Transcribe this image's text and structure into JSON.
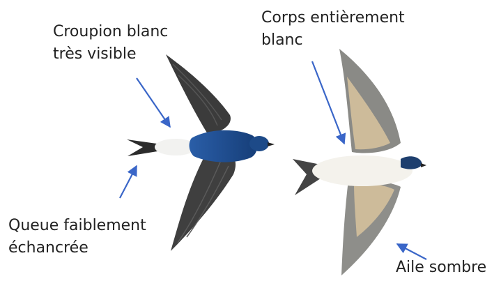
{
  "labels": {
    "croupion": {
      "line1": "Croupion blanc",
      "line2": "très visible"
    },
    "corps": {
      "line1": "Corps entièrement",
      "line2": "blanc"
    },
    "queue": {
      "line1": "Queue faiblement",
      "line2": "échancrée"
    },
    "aile": {
      "line1": "Aile sombre"
    }
  },
  "colors": {
    "arrow": "#3a66c8",
    "upperparts_blue": "#1f4d8c",
    "wing_dark": "#3a3a3a",
    "underwing_buff": "#cdbb9a",
    "body_white": "#f4f2ec"
  }
}
